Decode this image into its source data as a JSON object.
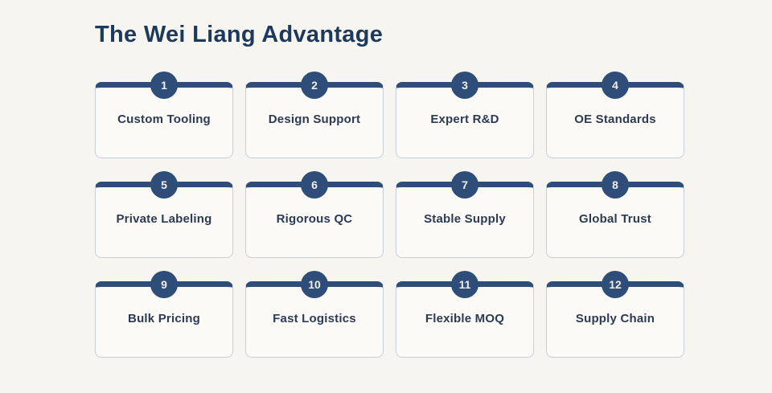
{
  "page": {
    "title": "The Wei Liang Advantage"
  },
  "colors": {
    "page_background": "#f7f5ef",
    "card_background": "#fbfaf6",
    "card_border": "#c5cfdd",
    "accent_navy": "#2e4d78",
    "title_text": "#1d3a5c",
    "label_text": "#2c3b55",
    "badge_text": "#f1efe9"
  },
  "cards": [
    {
      "number": "1",
      "label": "Custom Tooling"
    },
    {
      "number": "2",
      "label": "Design Support"
    },
    {
      "number": "3",
      "label": "Expert R&D"
    },
    {
      "number": "4",
      "label": "OE Standards"
    },
    {
      "number": "5",
      "label": "Private Labeling"
    },
    {
      "number": "6",
      "label": "Rigorous QC"
    },
    {
      "number": "7",
      "label": "Stable Supply"
    },
    {
      "number": "8",
      "label": "Global Trust"
    },
    {
      "number": "9",
      "label": "Bulk Pricing"
    },
    {
      "number": "10",
      "label": "Fast Logistics"
    },
    {
      "number": "11",
      "label": "Flexible MOQ"
    },
    {
      "number": "12",
      "label": "Supply Chain"
    }
  ]
}
